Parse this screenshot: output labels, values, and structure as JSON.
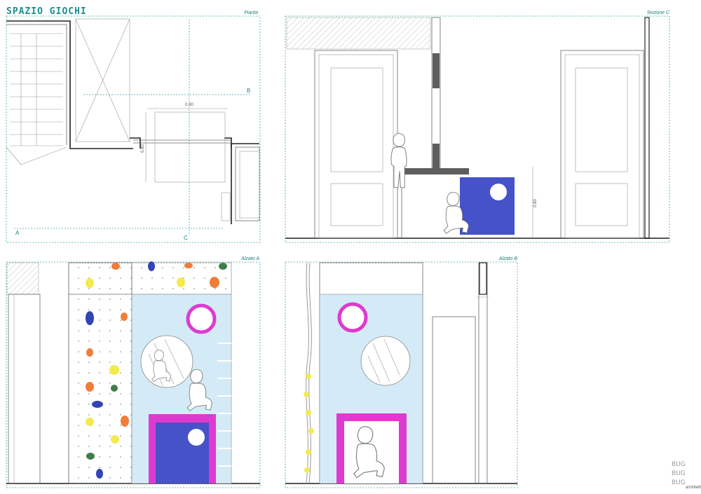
{
  "sheet_title": "SPAZIO GIOCHI",
  "panels": {
    "pianta": {
      "label": "Pianta",
      "markers": [
        "A",
        "B",
        "C"
      ],
      "dimension_width": "0.80",
      "dimension_depth": "0.80"
    },
    "sezione_c": {
      "label": "Sezione C",
      "dimension_height": "0.80"
    },
    "alzato_a": {
      "label": "Alzato A"
    },
    "alzato_b": {
      "label": "Alzato B"
    }
  },
  "logo": {
    "glyph_text": "BUG",
    "small_text": "architettura"
  },
  "colors": {
    "teal_label": "#1a8f8f",
    "light_blue_wall": "#d4ebf7",
    "blue_cube": "#4652c8",
    "magenta_frame": "#de3ad0",
    "hold_yellow": "#f2ea4e",
    "hold_orange": "#f07d3a",
    "hold_blue": "#3145b5",
    "hold_green": "#3f7d4a"
  },
  "icons": [
    "child-silhouette-icon",
    "climbing-hold-icon",
    "porthole-window-icon",
    "rope-ladder-icon"
  ]
}
